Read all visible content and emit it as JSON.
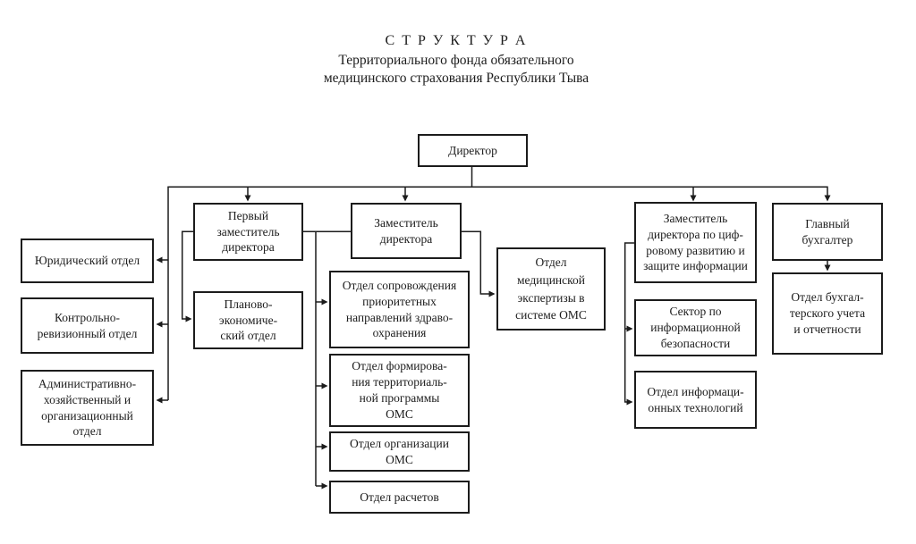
{
  "title": {
    "line1": "С Т Р У К Т У Р А",
    "line2": "Территориального фонда обязательного",
    "line3": "медицинского страхования Республики Тыва"
  },
  "nodes": {
    "director": {
      "label": "Директор"
    },
    "first_deputy": {
      "label": "Первый\nзаместитель\nдиректора"
    },
    "planning": {
      "label": "Планово-\nэкономиче-\nский отдел"
    },
    "deputy": {
      "label": "Заместитель\nдиректора"
    },
    "legal": {
      "label": "Юридический отдел"
    },
    "control": {
      "label": "Контрольно-\nревизионный отдел"
    },
    "admin": {
      "label": "Административно-\nхозяйственный и\nорганизационный\nотдел"
    },
    "support": {
      "label": "Отдел сопровождения\nприоритетных\nнаправлений здраво-\nохранения"
    },
    "formation": {
      "label": "Отдел формирова-\nния территориаль-\nной программы\nОМС"
    },
    "organization": {
      "label": "Отдел организации\nОМС"
    },
    "calculations": {
      "label": "Отдел расчетов"
    },
    "medical": {
      "label": "Отдел\nмедицинской\nэкспертизы в\nсистеме ОМС"
    },
    "digital_deputy": {
      "label": "Заместитель\nдиректора по циф-\nровому развитию и\nзащите информации"
    },
    "security": {
      "label": "Сектор по\nинформационной\nбезопасности"
    },
    "it": {
      "label": "Отдел информаци-\nонных технологий"
    },
    "chief_accountant": {
      "label": "Главный\nбухгалтер"
    },
    "accounting": {
      "label": "Отдел бухгал-\nтерского учета\nи отчетности"
    }
  },
  "colors": {
    "line": "#1c1c1c",
    "text": "#1c1c1c",
    "background": "#ffffff"
  }
}
